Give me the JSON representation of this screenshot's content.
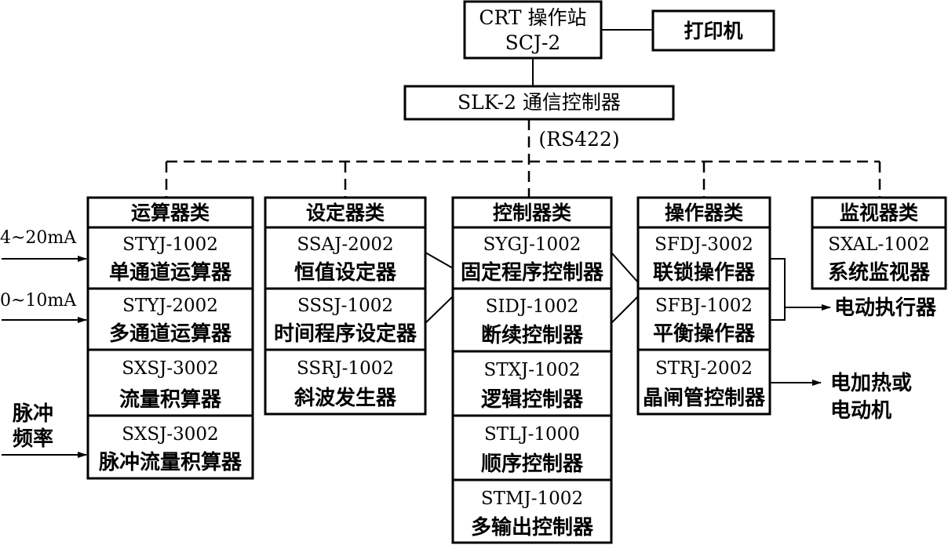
{
  "crt_station": {
    "line1": "CRT 操作站",
    "line2": "SCJ-2"
  },
  "printer": "打印机",
  "comm_controller": "SLK-2 通信控制器",
  "bus_label": "(RS422)",
  "groups": [
    {
      "title": "运算器类",
      "items": [
        {
          "code": "STYJ-1002",
          "name": "单通道运算器"
        },
        {
          "code": "STYJ-2002",
          "name": "多通道运算器"
        },
        {
          "code": "SXSJ-3002",
          "name": "流量积算器"
        },
        {
          "code": "SXSJ-3002",
          "name": "脉冲流量积算器"
        }
      ]
    },
    {
      "title": "设定器类",
      "items": [
        {
          "code": "SSAJ-2002",
          "name": "恒值设定器"
        },
        {
          "code": "SSSJ-1002",
          "name": "时间程序设定器"
        },
        {
          "code": "SSRJ-1002",
          "name": "斜波发生器"
        }
      ]
    },
    {
      "title": "控制器类",
      "items": [
        {
          "code": "SYGJ-1002",
          "name": "固定程序控制器"
        },
        {
          "code": "SIDJ-1002",
          "name": "断续控制器"
        },
        {
          "code": "STXJ-1002",
          "name": "逻辑控制器"
        },
        {
          "code": "STLJ-1000",
          "name": "顺序控制器"
        },
        {
          "code": "STMJ-1002",
          "name": "多输出控制器"
        }
      ]
    },
    {
      "title": "操作器类",
      "items": [
        {
          "code": "SFDJ-3002",
          "name": "联锁操作器"
        },
        {
          "code": "SFBJ-1002",
          "name": "平衡操作器"
        },
        {
          "code": "STRJ-2002",
          "name": "晶闸管控制器"
        }
      ]
    },
    {
      "title": "监视器类",
      "items": [
        {
          "code": "SXAL-1002",
          "name": "系统监视器"
        }
      ]
    }
  ],
  "inputs": {
    "current_1": "4~20mA",
    "current_2": "0~10mA",
    "pulse_line1": "脉冲",
    "pulse_line2": "频率"
  },
  "outputs": {
    "actuator": "电动执行器",
    "heater_line1": "电加热或",
    "heater_line2": "电动机"
  }
}
